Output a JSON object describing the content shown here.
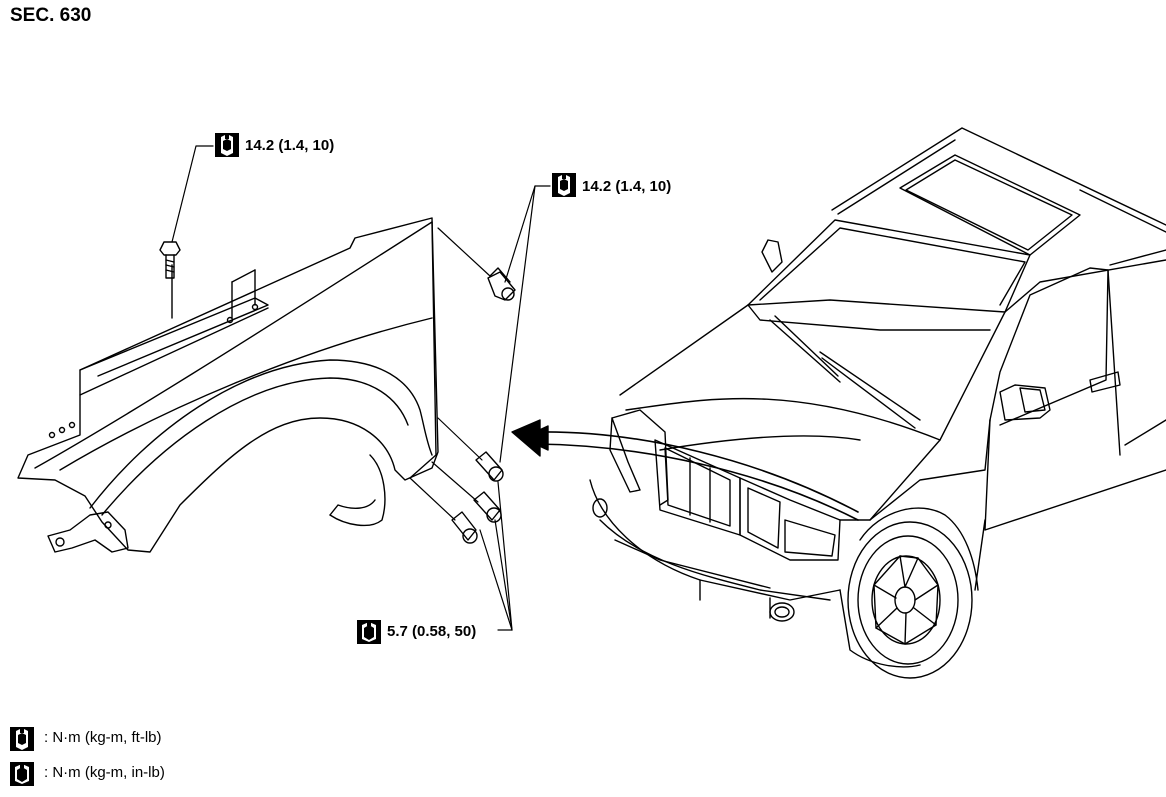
{
  "header": {
    "section_label": "SEC. 630"
  },
  "callouts": {
    "top_left_torque": "14.2 (1.4, 10)",
    "top_right_torque": "14.2 (1.4, 10)",
    "bottom_torque": "5.7 (0.58, 50)"
  },
  "legend": {
    "items": [
      {
        "icon": "torque-wrench-outline-icon",
        "text": ": N·m (kg-m, ft-lb)"
      },
      {
        "icon": "torque-wrench-filled-icon",
        "text": ": N·m (kg-m, in-lb)"
      }
    ]
  },
  "colors": {
    "line": "#000000",
    "background": "#ffffff"
  }
}
